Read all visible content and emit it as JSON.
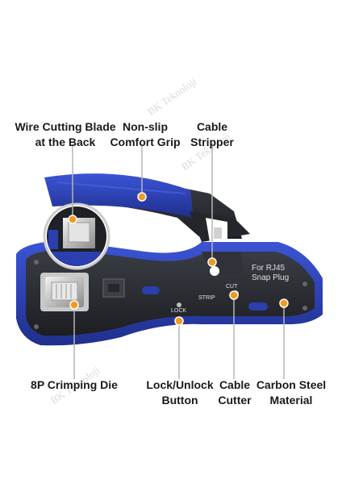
{
  "callouts": {
    "wire_cutting_blade": [
      "Wire Cutting Blade",
      "at the Back"
    ],
    "non_slip_grip": [
      "Non-slip",
      "Comfort Grip"
    ],
    "cable_stripper": [
      "Cable",
      "Stripper"
    ],
    "crimping_die": [
      "8P Crimping Die"
    ],
    "lock_button": [
      "Lock/Unlock",
      "Button"
    ],
    "cable_cutter": [
      "Cable",
      "Cutter"
    ],
    "carbon_steel": [
      "Carbon Steel",
      "Material"
    ]
  },
  "tool_labels": {
    "rj45_line1": "For RJ45",
    "rj45_line2": "Snap Plug",
    "strip": "STRIP",
    "cut": "CUT",
    "lock": "LOCK"
  },
  "watermark": "BK Teknoloji",
  "colors": {
    "handle_blue": "#2b3fae",
    "body_dark": "#2a2d33",
    "accent_orange": "#f29a1f",
    "leader_gray": "#b5b5b5"
  }
}
